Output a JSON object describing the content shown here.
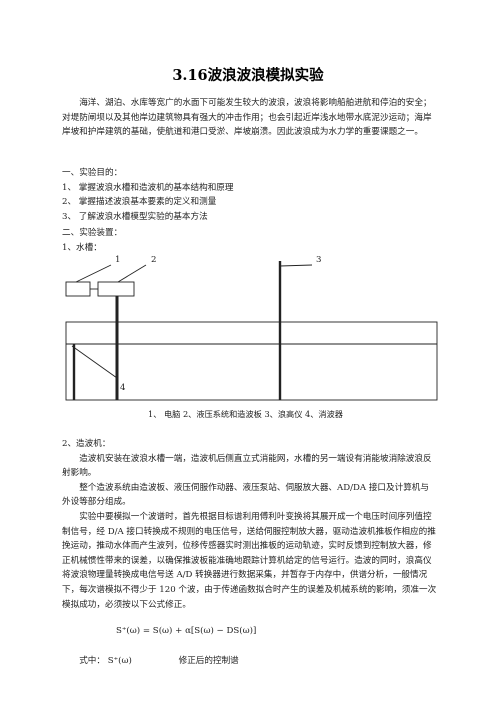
{
  "title": "3.16波浪波浪模拟实验",
  "intro": "海洋、湖泊、水库等宽广的水面下可能发生较大的波浪，波浪将影响船舶进航和停泊的安全；对堤防闸坝以及其他岸边建筑物具有强大的冲击作用；也会引起近岸浅水地带水底泥沙运动；海岸岸坡和护岸建筑的基础，使航道和港口受淤、岸坡崩溃。因此波浪成为水力学的重要课题之一。",
  "section1": {
    "heading": "一、实验目的：",
    "items": [
      "1、 掌握波浪水槽和造波机的基本结构和原理",
      "2、 掌握描述波浪基本要素的定义和测量",
      "3、 了解波浪水槽模型实验的基本方法"
    ]
  },
  "section2": {
    "heading": "二、实验装置：",
    "sub1": "1、水槽：",
    "diagram": {
      "labels": [
        "1",
        "2",
        "3",
        "4"
      ],
      "caption": "1、 电脑  2、液压系统和造波板  3、浪高仪  4、消波器"
    },
    "sub2": "2、造波机：",
    "para1": "造波机安装在波浪水槽一端，造波机后侧直立式消能网，水槽的另一端设有消能坡消除波浪反射影响。",
    "para2": "整个造波系统由造波板、液压伺服作动器、液压泵站、伺服放大器、AD/DA 接口及计算机与外设等部分组成。",
    "para3": "实验中要模拟一个波谱时，首先根据目标谱利用傅利叶变换将其展开成一个电压时间序列值控制信号，经 D/A 接口转换成不规则的电压信号，送给伺服控制放大器，驱动造波机推板作相应的推挽运动，推动水体而产生波列，位移传感器实时测出推板的运动轨迹，实时反馈到控制放大器，修正机械惯性带来的误差，以确保推波板能准确地跟踪计算机给定的信号运行。造波的同时，浪高仪将波浪物理量转换成电信号送 A/D 转换器进行数据采集，并暂存于内存中，供谱分析，一般情况下，每次谱模拟不得少于 120 个波，由于传递函数拟合时产生的误差及机械系统的影响，须准一次模拟成功，必须按以下公式修正。",
    "formula": "S⁺(ω) = S(ω) + α[S(ω) − DS(ω)]",
    "where_label": "式中：",
    "where_symbol": "S⁺(ω)",
    "where_desc": "修正后的控制谱"
  }
}
